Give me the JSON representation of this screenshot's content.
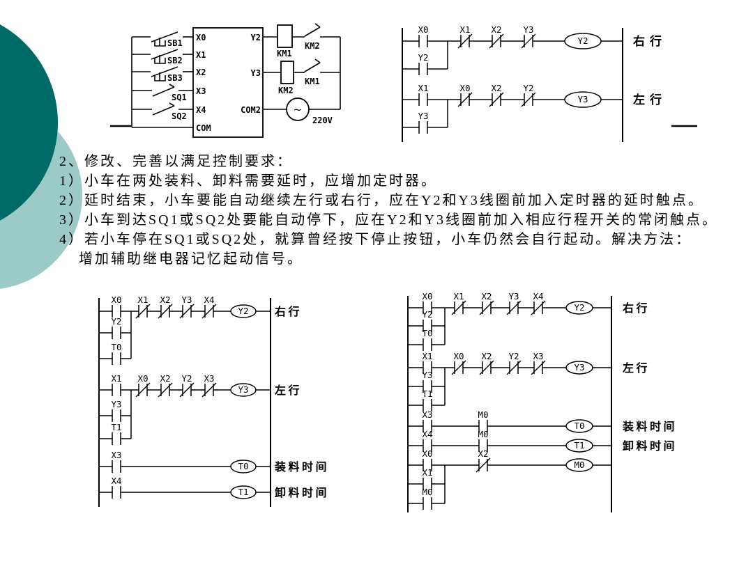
{
  "colors": {
    "background": "#ffffff",
    "decor_dark": "#006a66",
    "decor_light": "#9ccac7",
    "line": "#000000"
  },
  "slide": {
    "text_lines": [
      "2、修改、完善以满足控制要求：",
      "1）小车在两处装料、卸料需要延时，应增加定时器。",
      "2）延时结束，小车要能自动继续左行或右行，应在Y2和Y3线圈前加入定时器的延时触点。",
      "3）小车到达SQ1或SQ2处要能自动停下，应在Y2和Y3线圈前加入相应行程开关的常闭触点。",
      "4）若小车停在SQ1或SQ2处，就算曾经按下停止按钮，小车仍然会自行起动。解决方法：",
      "增加辅助继电器记忆起动信号。"
    ]
  },
  "wiring_diagram": {
    "inputs": [
      {
        "label": "SB1"
      },
      {
        "label": "SB2"
      },
      {
        "label": "SB3"
      },
      {
        "label": "SQ1"
      },
      {
        "label": "SQ2"
      }
    ],
    "plc_terminals_left": [
      "X0",
      "X1",
      "X2",
      "X3",
      "X4",
      "COM"
    ],
    "plc_terminals_right": [
      "Y2",
      "Y3",
      "COM2"
    ],
    "output_branches": [
      {
        "coil": "KM1",
        "interlock_contact": "KM2"
      },
      {
        "coil": "KM2",
        "interlock_contact": "KM1"
      }
    ],
    "power_source": {
      "symbol": "~",
      "label": "220V"
    }
  },
  "ladders": [
    {
      "name": "basic",
      "rungs": [
        {
          "parallel": [
            "X0",
            "Y2"
          ],
          "series": [
            {
              "label": "X1",
              "nc": true
            },
            {
              "label": "X2",
              "nc": true
            },
            {
              "label": "Y3",
              "nc": true
            }
          ],
          "coil": "Y2",
          "note": "右行"
        },
        {
          "parallel": [
            "X1",
            "Y3"
          ],
          "series": [
            {
              "label": "X0",
              "nc": true
            },
            {
              "label": "X2",
              "nc": true
            },
            {
              "label": "Y2",
              "nc": true
            }
          ],
          "coil": "Y3",
          "note": "左行"
        }
      ]
    },
    {
      "name": "timers",
      "rungs": [
        {
          "parallel": [
            "X0",
            "Y2",
            "T0"
          ],
          "series": [
            {
              "label": "X1",
              "nc": true
            },
            {
              "label": "X2",
              "nc": true
            },
            {
              "label": "Y3",
              "nc": true
            },
            {
              "label": "X4",
              "nc": true
            }
          ],
          "coil": "Y2",
          "note": "右行"
        },
        {
          "parallel": [
            "X1",
            "Y3",
            "T1"
          ],
          "series": [
            {
              "label": "X0",
              "nc": true
            },
            {
              "label": "X2",
              "nc": true
            },
            {
              "label": "Y2",
              "nc": true
            },
            {
              "label": "X3",
              "nc": true
            }
          ],
          "coil": "Y3",
          "note": "左行"
        },
        {
          "parallel": [
            "X3"
          ],
          "series": [],
          "coil": "T0",
          "note": "装料时间"
        },
        {
          "parallel": [
            "X4"
          ],
          "series": [],
          "coil": "T1",
          "note": "卸料时间"
        }
      ]
    },
    {
      "name": "memory",
      "rungs": [
        {
          "parallel": [
            "X0",
            "Y2",
            "T0"
          ],
          "series": [
            {
              "label": "X1",
              "nc": true
            },
            {
              "label": "X2",
              "nc": true
            },
            {
              "label": "Y3",
              "nc": true
            },
            {
              "label": "X4",
              "nc": true
            }
          ],
          "coil": "Y2",
          "note": "右行"
        },
        {
          "parallel": [
            "X1",
            "Y3",
            "T1"
          ],
          "series": [
            {
              "label": "X0",
              "nc": true
            },
            {
              "label": "X2",
              "nc": true
            },
            {
              "label": "Y2",
              "nc": true
            },
            {
              "label": "X3",
              "nc": true
            }
          ],
          "coil": "Y3",
          "note": "左行"
        },
        {
          "parallel": [
            "X3"
          ],
          "series": [
            {
              "label": "M0",
              "nc": false
            }
          ],
          "coil": "T0",
          "note": "装料时间"
        },
        {
          "parallel": [
            "X4"
          ],
          "series": [
            {
              "label": "M0",
              "nc": false
            }
          ],
          "coil": "T1",
          "note": "卸料时间"
        },
        {
          "parallel": [
            "X0",
            "X1",
            "M0"
          ],
          "series": [
            {
              "label": "X2",
              "nc": true
            }
          ],
          "coil": "M0",
          "note": ""
        }
      ]
    }
  ]
}
